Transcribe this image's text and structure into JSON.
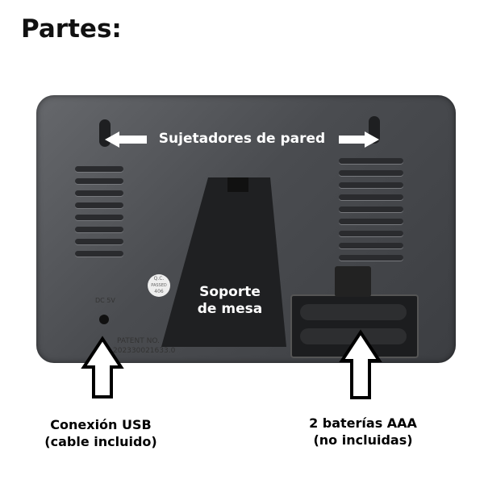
{
  "title": "Partes:",
  "labels": {
    "wall_mounts": "Sujetadores de pared",
    "stand_line1": "Soporte",
    "stand_line2": "de mesa",
    "usb_line1": "Conexión USB",
    "usb_line2": "(cable incluido)",
    "battery_line1": "2 baterías AAA",
    "battery_line2": "(no incluidas)"
  },
  "device_text": {
    "dc": "DC 5V",
    "patent": "PATENT NO.",
    "patent_number": "202330021633.0",
    "qc_line1": "Q.C.",
    "qc_line2": "PASSED",
    "qc_line3": "406"
  },
  "colors": {
    "device": "#4a4c50",
    "arrow_fill": "#ffffff",
    "arrow_stroke": "#000000"
  }
}
